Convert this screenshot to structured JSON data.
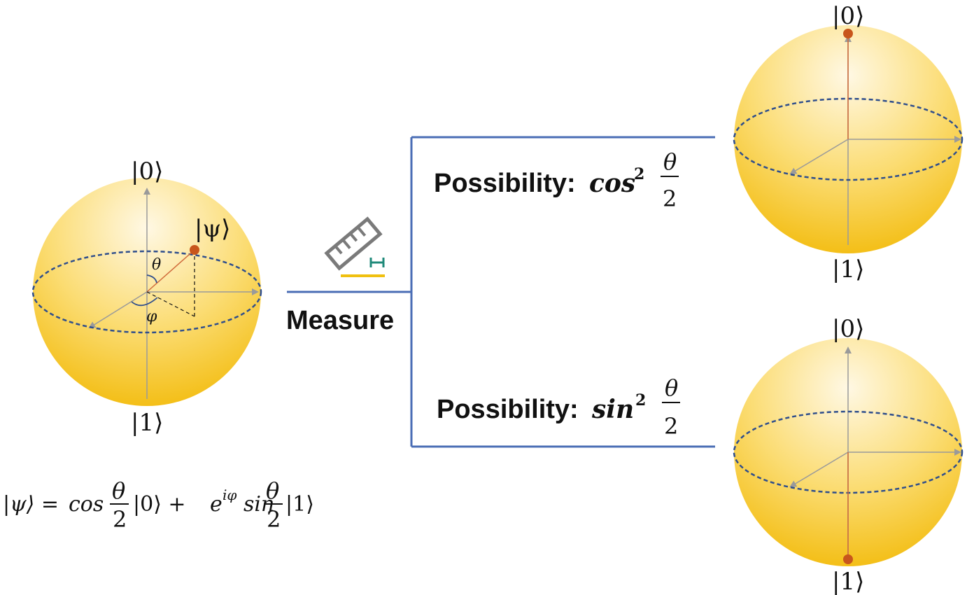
{
  "colors": {
    "sphere_light": "#fff6dc",
    "sphere_dark": "#f6c31c",
    "equator": "#2f4e8c",
    "axis": "#9a9a9a",
    "state_dot": "#c8561c",
    "branch_line": "#4a6db5",
    "ruler": "#7a7a7a",
    "ruler_tick": "#1f8a7a",
    "ruler_base": "#f0c010"
  },
  "left_sphere": {
    "ket_top": "|0⟩",
    "ket_bottom": "|1⟩",
    "state_label": "|ψ⟩",
    "theta": "θ",
    "phi": "φ"
  },
  "formula": {
    "lhs": "|ψ⟩ = ",
    "cos": "cos",
    "frac_num": "θ",
    "frac_den": "2",
    "ket0": "|0⟩ + ",
    "e": "e",
    "e_sup": "iφ",
    "sin": "sin",
    "ket1": "|1⟩"
  },
  "measure": {
    "label": "Measure",
    "icon": "ruler-icon"
  },
  "branches": {
    "top": {
      "prefix": "Possibility: ",
      "func": "cos",
      "sup": "2",
      "frac_num": "θ",
      "frac_den": "2",
      "ket_top": "|0⟩",
      "ket_bottom": "|1⟩"
    },
    "bottom": {
      "prefix": "Possibility: ",
      "func": "sin",
      "sup": "2",
      "frac_num": "θ",
      "frac_den": "2",
      "ket_top": "|0⟩",
      "ket_bottom": "|1⟩"
    }
  }
}
